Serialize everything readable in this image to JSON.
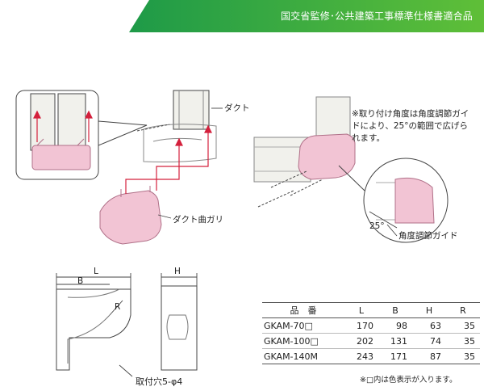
{
  "banner": {
    "text": "国交省監修･公共建築工事標準仕様書適合品",
    "color_start": "#1e9a48",
    "color_end": "#5fbf38"
  },
  "labels": {
    "duct": "ダクト",
    "duct_bend": "ダクト曲ガリ",
    "angle_guide": "角度調節ガイド",
    "angle_25": "25°",
    "mount_hole": "取付穴5-φ4",
    "dim_L": "L",
    "dim_B": "B",
    "dim_H": "H",
    "dim_R": "R"
  },
  "note": "※取り付け角度は角度調節ガイドにより、25°の範囲で広げられます。",
  "spec_table": {
    "headers": [
      "品　番",
      "L",
      "B",
      "H",
      "R"
    ],
    "rows": [
      [
        "GKAM-70□",
        "170",
        "98",
        "63",
        "35"
      ],
      [
        "GKAM-100□",
        "202",
        "131",
        "74",
        "35"
      ],
      [
        "GKAM-140M",
        "243",
        "171",
        "87",
        "35"
      ]
    ]
  },
  "footnote": "※□内は色表示が入ります。",
  "colors": {
    "pink": "#f2c4d4",
    "pink_dark": "#d98ea8",
    "arrow_red": "#d4203c",
    "line": "#444444"
  }
}
